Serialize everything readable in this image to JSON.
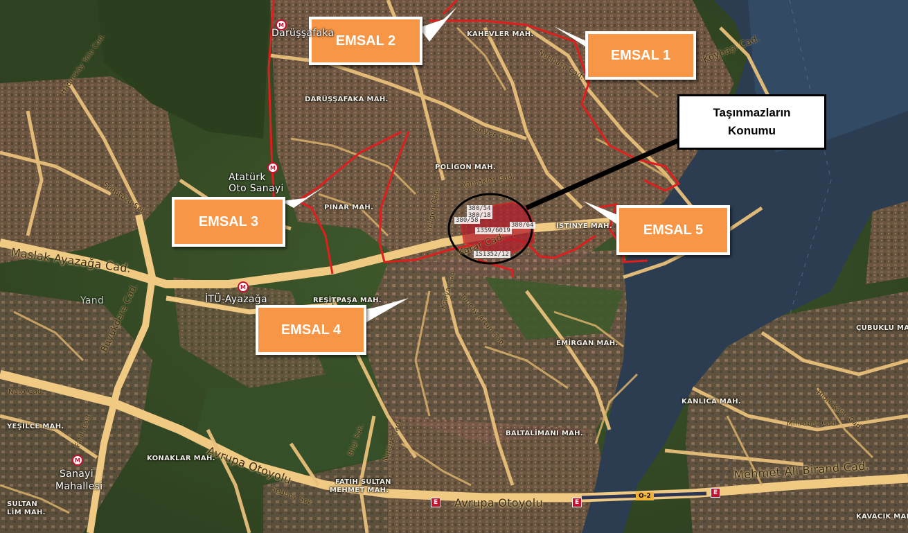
{
  "callouts": {
    "emsal1": "EMSAL 1",
    "emsal2": "EMSAL 2",
    "emsal3": "EMSAL 3",
    "emsal4": "EMSAL 4",
    "emsal5": "EMSAL 5"
  },
  "location_box": {
    "line1": "Taşınmazların",
    "line2": "Konumu"
  },
  "parcels": [
    "380/54",
    "380/18",
    "380/58",
    "1359/6019",
    "380/64",
    "1S1352/12"
  ],
  "neighborhoods": {
    "darussafaka_top": "Darüşşafaka",
    "darussafaka_mah": "DARÜŞŞAFAKA MAH.",
    "kahevler": "KAHEVLER MAH.",
    "poligon": "POLİGON MAH.",
    "pinar": "PINAR MAH.",
    "istinye": "İSTİNYE MAH.",
    "resitpasa": "REŞİTPAŞA MAH.",
    "emirgan": "EMİRGAN MAH.",
    "cubuklu": "ÇUBUKLU MAH.",
    "kanlica": "KANLICA MAH.",
    "baltalimani": "BALTALİMANI MAH.",
    "konaklar": "KONAKLAR MAH.",
    "fatihsultan1": "FATİH SULTAN",
    "fatihsultan2": "MEHMET MAH.",
    "kavacik": "KAVACIK MAH.",
    "yesilce": "YEŞİLCE MAH.",
    "sultan1": "SULTAN",
    "sultan2": "LİM MAH.",
    "ataturk1": "Atatürk",
    "ataturk2": "Oto Sanayi",
    "sanayi1": "Sanayi",
    "sanayi2": "Mahallesi",
    "itu": "İTÜ-Ayazağa",
    "yandex": "Yand"
  },
  "roads": {
    "maslak": "Maslak Ayazağa Cad.",
    "buyukdere": "Büyükdere Cad.",
    "avrupa1": "Avrupa Otoyolu",
    "avrupa2": "Avrupa Otoyolu",
    "mehmetali": "Mehmet Ali Birand Cad.",
    "koybasi": "Köybaşı Cad.",
    "sariyer": "Sarıyer Cad.",
    "nuripasa": "Nuripaşa Cad.",
    "hadimkoy": "Hadımköy Yolu Cad.",
    "sogutozu": "Söğütözü Sok.",
    "nato": "Nato Cad.",
    "fatih": "Fatih Cad.",
    "bilgi": "Bilgi Sok.",
    "naturk": "Natürk Cad.",
    "mihrabat": "Mihrabat Cad.",
    "hidivkasri": "Hidiv Kasrı Cad.",
    "kararcad": "Karar Cad.",
    "yaprak": "Yapraklar Cad.",
    "poligoncad": "Poligon Cad.",
    "tuncay": "Tuncay Artun Cad.",
    "konya": "Konya Cad.",
    "sebboy": "Sebboy Sok."
  },
  "shields": {
    "o2": "O-2"
  }
}
